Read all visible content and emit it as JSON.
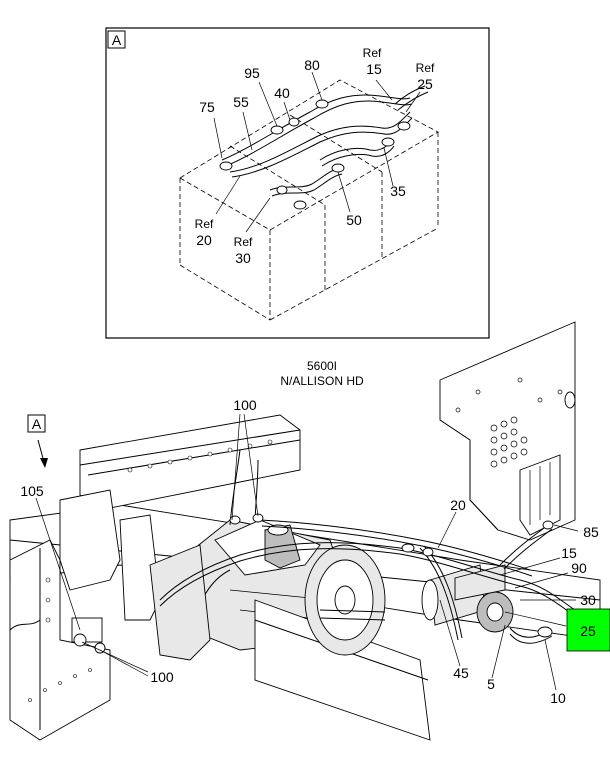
{
  "detail": {
    "tag": "A",
    "callouts": {
      "c75": "75",
      "c55": "55",
      "c95": "95",
      "c40": "40",
      "c80": "80",
      "ref15_a": "Ref",
      "ref15_b": "15",
      "ref25_a": "Ref",
      "ref25_b": "25",
      "c35": "35",
      "c50": "50",
      "ref20_a": "Ref",
      "ref20_b": "20",
      "ref30_a": "Ref",
      "ref30_b": "30"
    }
  },
  "caption": {
    "line1": "5600I",
    "line2": "N/ALLISON HD"
  },
  "main": {
    "view_tag": "A",
    "callouts": {
      "c100_top": "100",
      "c105": "105",
      "c100_bottom": "100",
      "c20": "20",
      "c85": "85",
      "c15": "15",
      "c90": "90",
      "c30": "30",
      "c25": "25",
      "c45": "45",
      "c5": "5",
      "c10": "10"
    },
    "highlight_color": "#00ff00"
  }
}
